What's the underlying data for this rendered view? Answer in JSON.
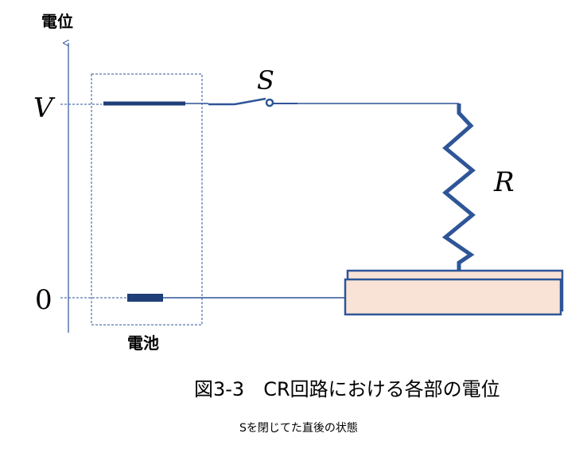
{
  "axis": {
    "label": "電位",
    "tick_v": "V",
    "tick_zero": "0"
  },
  "battery": {
    "label": "電池"
  },
  "switch": {
    "label": "S"
  },
  "resistor": {
    "label": "R"
  },
  "caption": {
    "title": "図3-3　CR回路における各部の電位",
    "subtitle": "Sを閉じてた直後の状態"
  },
  "colors": {
    "wire": "#2e5597",
    "dark_wire": "#1f3f78",
    "capacitor_fill": "#f9e3d6",
    "text": "#000000"
  }
}
